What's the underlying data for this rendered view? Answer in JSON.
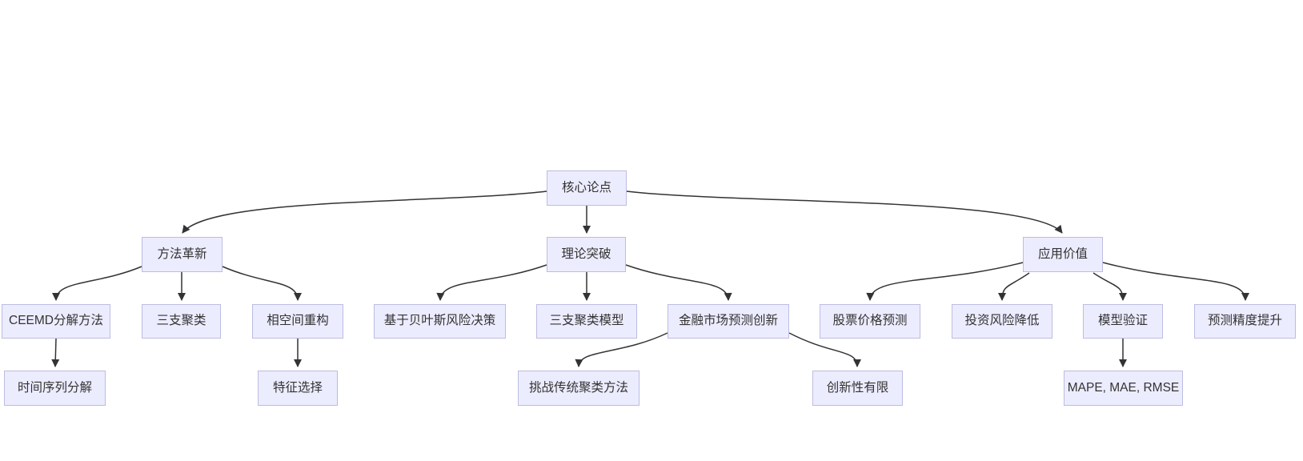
{
  "diagram": {
    "type": "flowchart-top-down",
    "colors": {
      "background": "#ffffff",
      "node_fill": "#ececff",
      "node_border": "#bcbce2",
      "node_text": "#333333",
      "edge": "#333333"
    },
    "nodes": [
      {
        "id": "core-thesis",
        "label": "核心论点"
      },
      {
        "id": "method-innovation",
        "label": "方法革新"
      },
      {
        "id": "theory-breakthrough",
        "label": "理论突破"
      },
      {
        "id": "application-value",
        "label": "应用价值"
      },
      {
        "id": "ceemd-decomposition",
        "label": "CEEMD分解方法"
      },
      {
        "id": "three-way-clustering",
        "label": "三支聚类"
      },
      {
        "id": "phase-space-reconstruction",
        "label": "相空间重构"
      },
      {
        "id": "bayesian-risk-decision",
        "label": "基于贝叶斯风险决策"
      },
      {
        "id": "three-way-clustering-model",
        "label": "三支聚类模型"
      },
      {
        "id": "financial-forecast-innovation",
        "label": "金融市场预测创新"
      },
      {
        "id": "stock-price-prediction",
        "label": "股票价格预测"
      },
      {
        "id": "investment-risk-reduction",
        "label": "投资风险降低"
      },
      {
        "id": "model-validation",
        "label": "模型验证"
      },
      {
        "id": "forecast-accuracy-improvement",
        "label": "预测精度提升"
      },
      {
        "id": "time-series-decomposition",
        "label": "时间序列分解"
      },
      {
        "id": "feature-selection",
        "label": "特征选择"
      },
      {
        "id": "challenge-traditional-clustering",
        "label": "挑战传统聚类方法"
      },
      {
        "id": "limited-novelty",
        "label": "创新性有限"
      },
      {
        "id": "mape-mae-rmse",
        "label": "MAPE, MAE, RMSE"
      }
    ],
    "edges": [
      {
        "from": "core-thesis",
        "to": "method-innovation"
      },
      {
        "from": "core-thesis",
        "to": "theory-breakthrough"
      },
      {
        "from": "core-thesis",
        "to": "application-value"
      },
      {
        "from": "method-innovation",
        "to": "ceemd-decomposition"
      },
      {
        "from": "method-innovation",
        "to": "three-way-clustering"
      },
      {
        "from": "method-innovation",
        "to": "phase-space-reconstruction"
      },
      {
        "from": "ceemd-decomposition",
        "to": "time-series-decomposition"
      },
      {
        "from": "phase-space-reconstruction",
        "to": "feature-selection"
      },
      {
        "from": "theory-breakthrough",
        "to": "bayesian-risk-decision"
      },
      {
        "from": "theory-breakthrough",
        "to": "three-way-clustering-model"
      },
      {
        "from": "theory-breakthrough",
        "to": "financial-forecast-innovation"
      },
      {
        "from": "financial-forecast-innovation",
        "to": "challenge-traditional-clustering"
      },
      {
        "from": "financial-forecast-innovation",
        "to": "limited-novelty"
      },
      {
        "from": "application-value",
        "to": "stock-price-prediction"
      },
      {
        "from": "application-value",
        "to": "investment-risk-reduction"
      },
      {
        "from": "application-value",
        "to": "model-validation"
      },
      {
        "from": "application-value",
        "to": "forecast-accuracy-improvement"
      },
      {
        "from": "model-validation",
        "to": "mape-mae-rmse"
      }
    ]
  }
}
